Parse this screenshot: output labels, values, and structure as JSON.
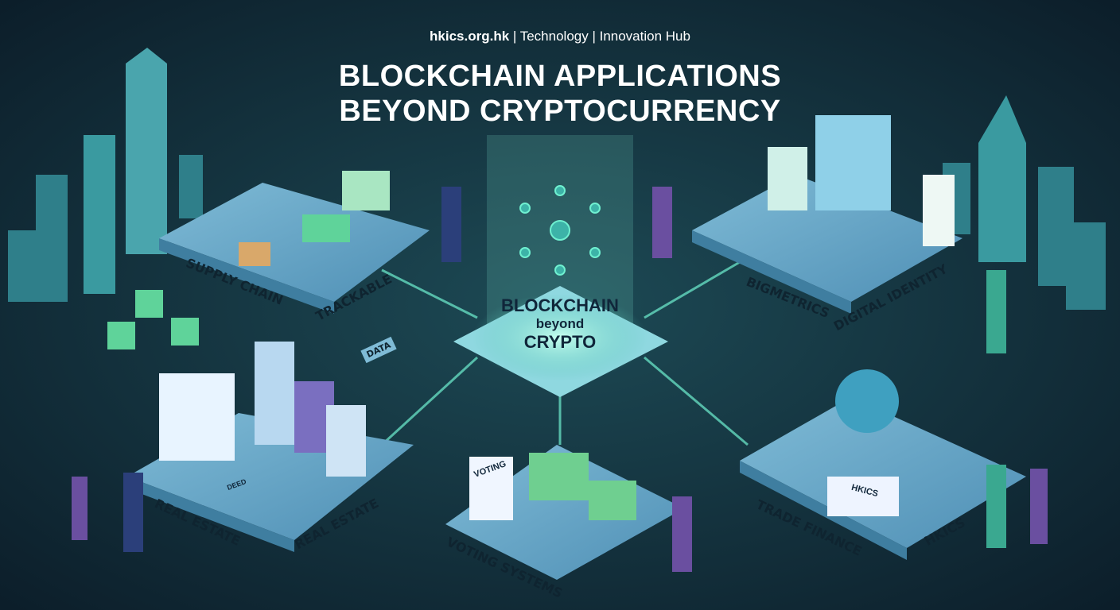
{
  "header": {
    "site": "hkics.org.hk",
    "subtitle_rest": " | Technology | Innovation Hub",
    "title_line1": "BLOCKCHAIN APPLICATIONS",
    "title_line2": "BEYOND CRYPTOCURRENCY"
  },
  "core": {
    "line1": "BLOCKCHAIN",
    "line2": "beyond",
    "line3": "CRYPTO"
  },
  "labels": {
    "supply_chain": "SUPPLY CHAIN",
    "trackable": "TRACKABLE",
    "biometrics": "BIGMETRICS",
    "digital_identity": "DIGITAL IDENTITY",
    "data": "DATA",
    "real_estate_1": "REAL ESTATE",
    "real_estate_2": "REAL ESTATE",
    "deed": "DEED",
    "voting": "VOTING",
    "voting_systems": "VOTING SYSTEMS",
    "trade_finance": "TRADE FINANCE",
    "hkics_1": "HKICS",
    "hkics_2": "HKICS"
  },
  "colors": {
    "background": "#0f2430",
    "platform": "#6fa8c8",
    "accent_green": "#5fd39a",
    "glow": "#9ff5dc"
  }
}
